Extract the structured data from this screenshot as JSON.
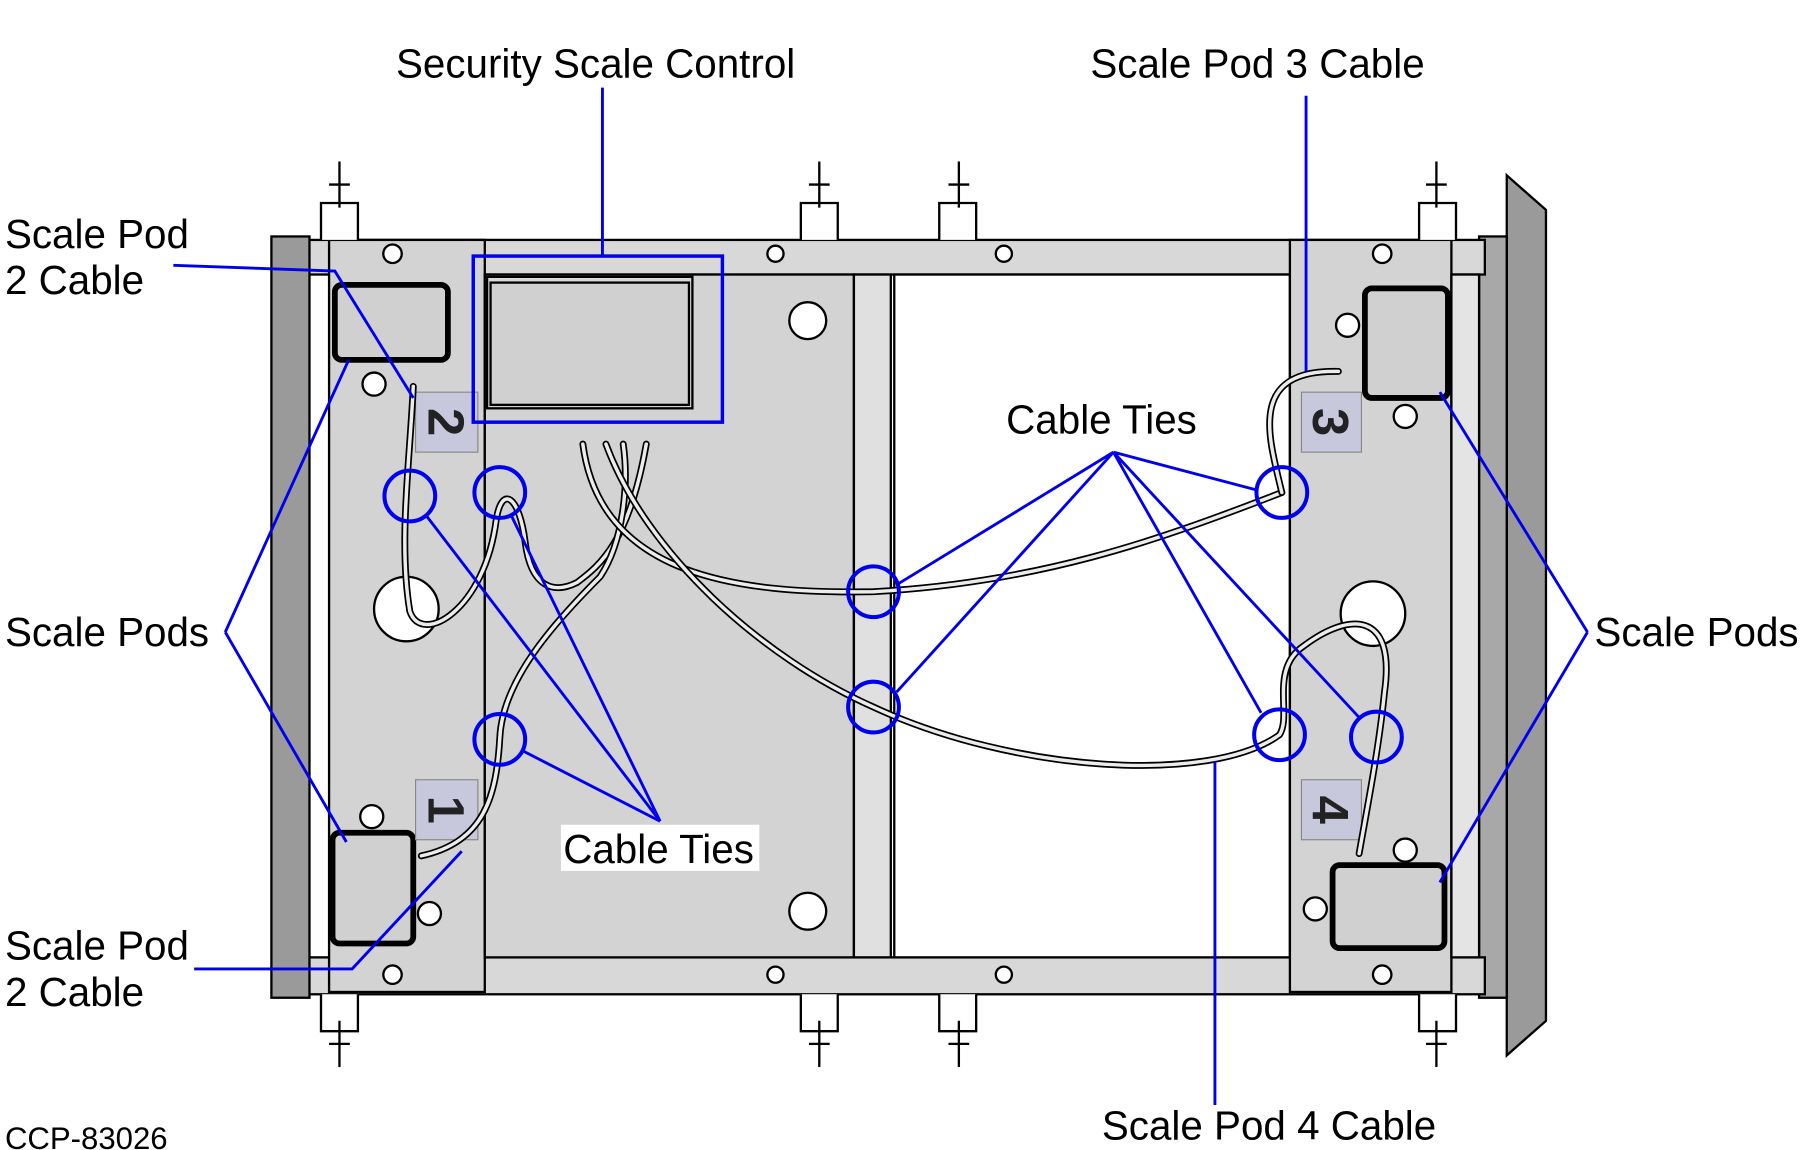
{
  "labels": {
    "security_scale_control": "Security Scale Control",
    "scale_pod_3_cable": "Scale Pod 3 Cable",
    "scale_pod_2_cable_top": [
      "Scale Pod",
      "2 Cable"
    ],
    "scale_pod_2_cable_bottom": [
      "Scale Pod",
      "2 Cable"
    ],
    "scale_pods_left": "Scale Pods",
    "scale_pods_right": "Scale Pods",
    "cable_ties_center": "Cable Ties",
    "cable_ties_lower": "Cable Ties",
    "scale_pod_4_cable": "Scale Pod 4 Cable"
  },
  "pod_numbers": [
    "1",
    "2",
    "3",
    "4"
  ],
  "figure_id": "CCP-83026",
  "colors": {
    "callout": "#0000ee",
    "panel": "#d3d3d3",
    "rail": "#9a9a9a"
  }
}
